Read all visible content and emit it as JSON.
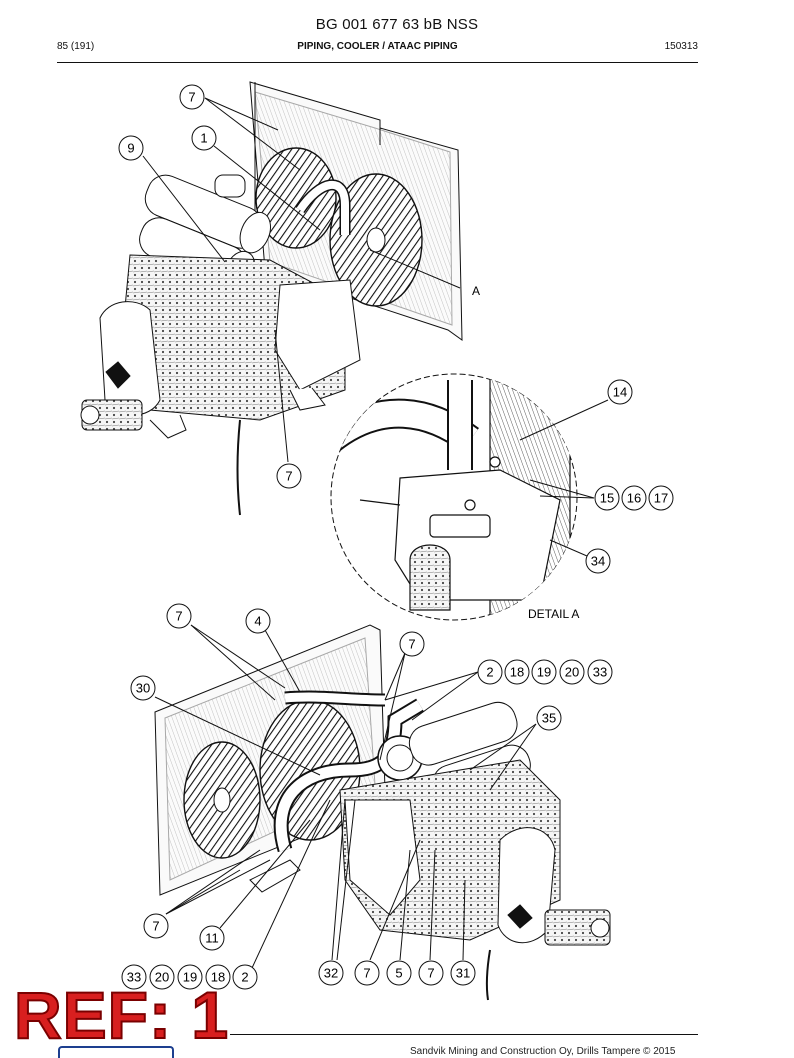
{
  "header": {
    "document_number": "BG 001 677 63 bB NSS",
    "page": "85 (191)",
    "section_title": "PIPING, COOLER / ATAAC PIPING",
    "date_code": "150313"
  },
  "upper_view": {
    "callouts": [
      "7",
      "9",
      "1",
      "A",
      "7"
    ]
  },
  "detail": {
    "label": "DETAIL A",
    "callouts": [
      "14",
      "15",
      "16",
      "17",
      "34"
    ]
  },
  "lower_view": {
    "callouts_top": [
      "7",
      "4",
      "7",
      "30",
      "2",
      "18",
      "19",
      "20",
      "33",
      "35"
    ],
    "callouts_bottom": [
      "7",
      "11",
      "33",
      "20",
      "19",
      "18",
      "2",
      "32",
      "7",
      "5",
      "7",
      "31"
    ]
  },
  "stamp": {
    "text": "REF: 1",
    "color": "#d81f1f"
  },
  "footer": {
    "text": "Sandvik Mining and Construction Oy, Drills Tampere © 2015"
  }
}
